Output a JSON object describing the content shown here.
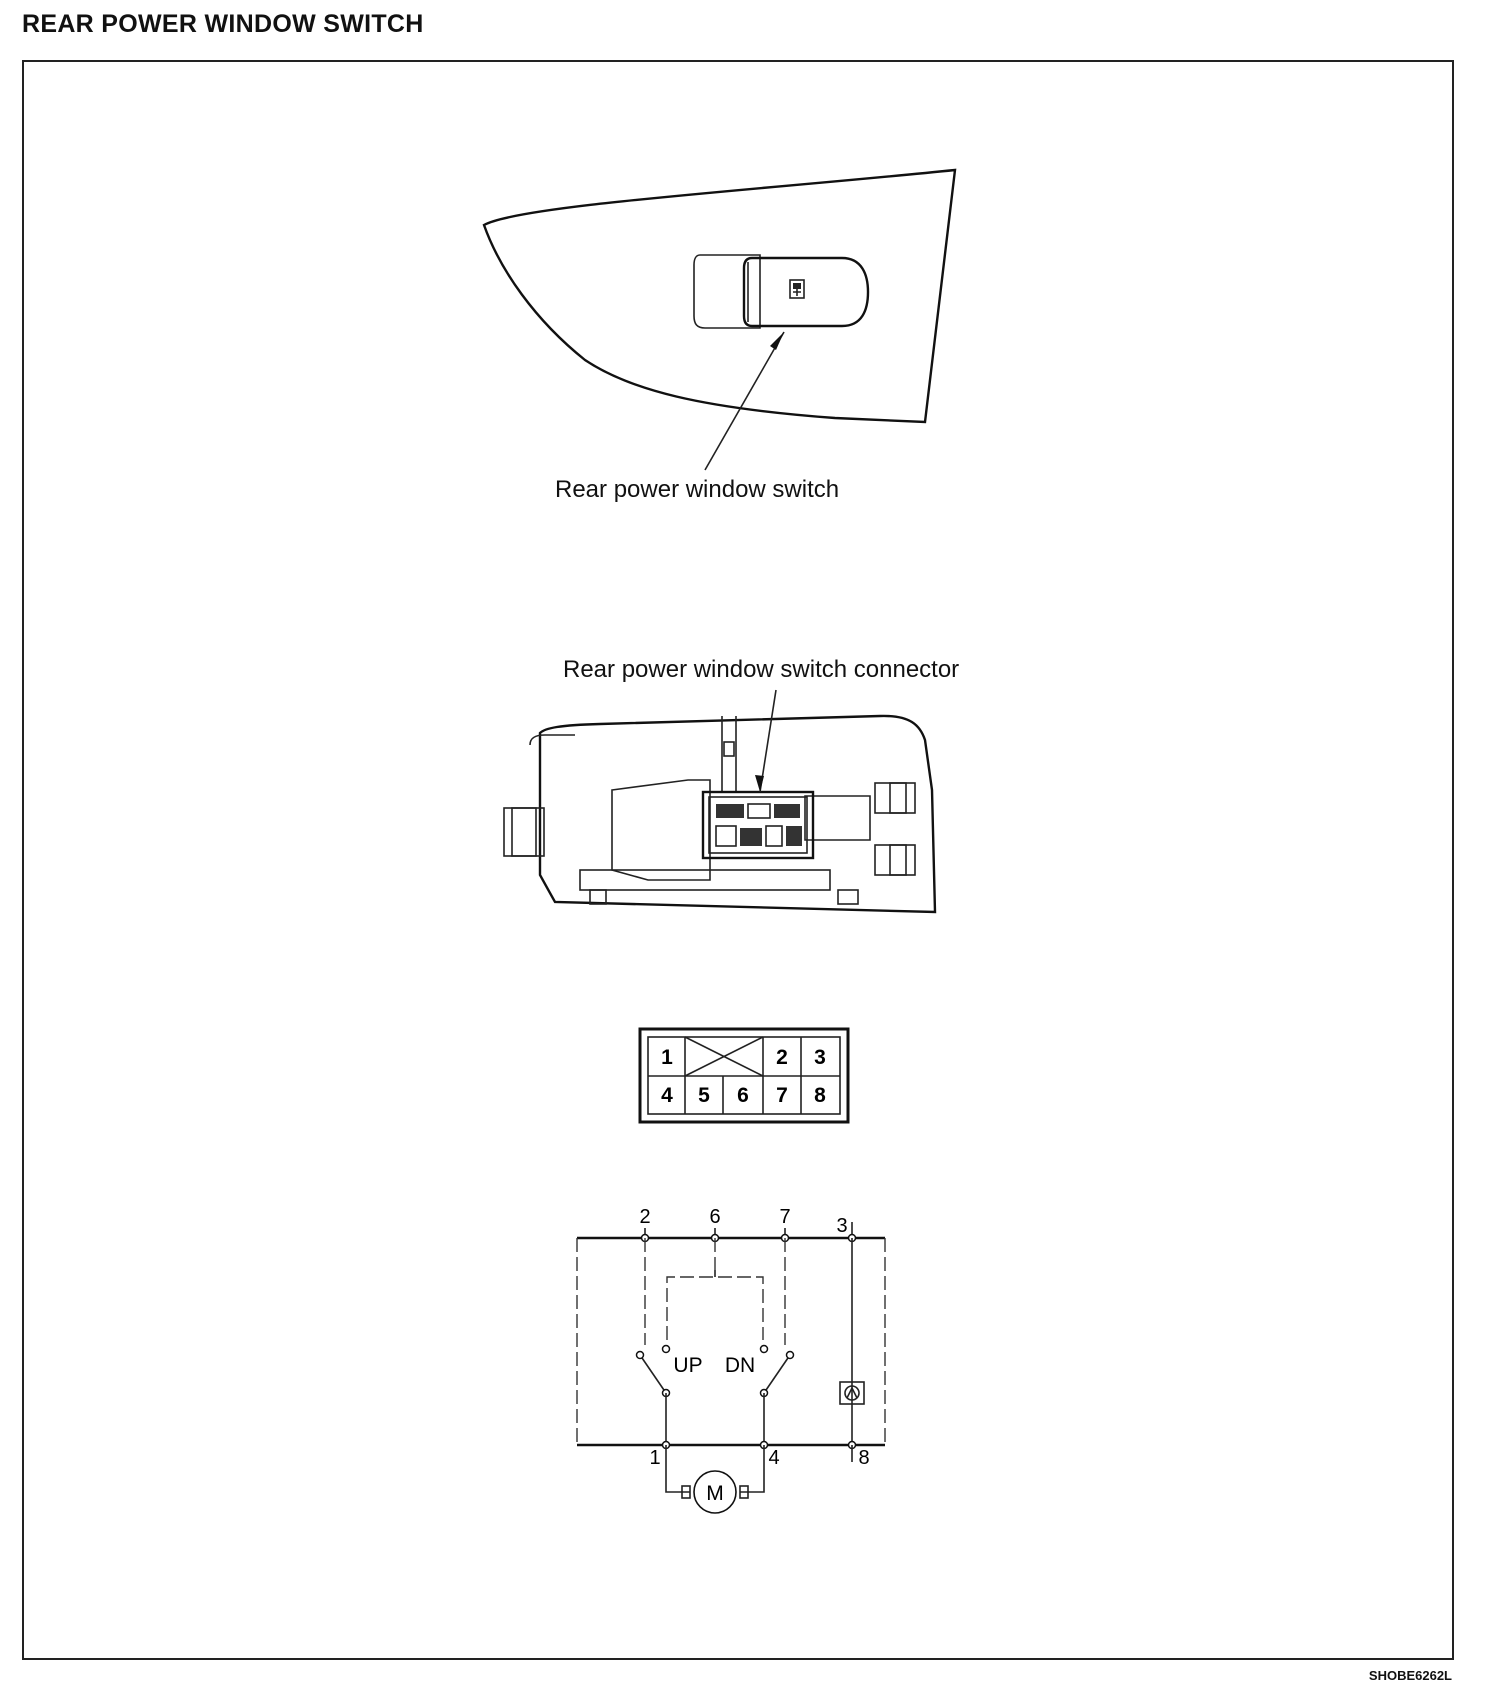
{
  "header": {
    "title": "REAR POWER WINDOW SWITCH"
  },
  "callouts": {
    "switch": "Rear power window switch",
    "connector": "Rear power window switch connector"
  },
  "connector_pins": {
    "top_row": [
      "1",
      "2",
      "3"
    ],
    "bottom_row": [
      "4",
      "5",
      "6",
      "7",
      "8"
    ]
  },
  "schematic": {
    "terminals_top": [
      "2",
      "6",
      "7",
      "3"
    ],
    "terminals_bottom": [
      "1",
      "4",
      "8"
    ],
    "switch_labels": {
      "up": "UP",
      "down": "DN"
    },
    "motor_label": "M"
  },
  "footer": {
    "code": "SHOBE6262L"
  }
}
